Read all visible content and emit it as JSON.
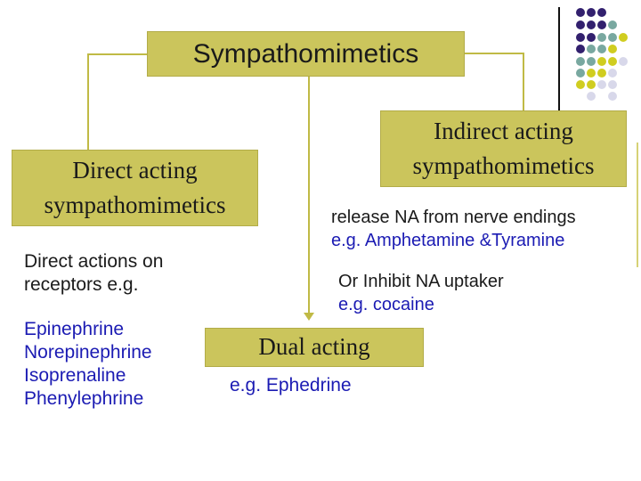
{
  "slide": {
    "title": {
      "label": "Sympathomimetics"
    },
    "boxes": {
      "direct": {
        "line1": "Direct acting",
        "line2": "sympathomimetics"
      },
      "indirect": {
        "line1": "Indirect acting",
        "line2": "sympathomimetics"
      },
      "dual": {
        "label": "Dual acting"
      }
    },
    "left_text": {
      "heading_line1": "Direct actions on",
      "heading_line2": "receptors e.g.",
      "drugs": [
        "Epinephrine",
        "Norepinephrine",
        "Isoprenaline",
        "Phenylephrine"
      ]
    },
    "right_text": {
      "release_line1": "release NA from nerve endings",
      "release_line2": "e.g. Amphetamine &Tyramine",
      "inhibit_line1": "Or Inhibit NA uptaker",
      "inhibit_line2": "e.g. cocaine"
    },
    "dual_example": "e.g. Ephedrine",
    "colors": {
      "box_fill": "#cbc55c",
      "box_border": "#b2ac48",
      "connector": "#c0ba45",
      "blue_text": "#1b1bb3",
      "black_text": "#1a1a1a",
      "dot_purple": "#32206e",
      "dot_teal": "#79a8a0",
      "dot_yellow": "#d0cd20",
      "dot_lavender": "#d8d8ea",
      "right_rule": "#d6d276"
    },
    "decoration": {
      "dot_rows": [
        [
          "purple",
          "purple",
          "purple",
          null,
          null
        ],
        [
          "purple",
          "purple",
          "purple",
          "teal",
          null
        ],
        [
          "purple",
          "purple",
          "teal",
          "teal",
          "yellow"
        ],
        [
          "purple",
          "teal",
          "teal",
          "yellow",
          null
        ],
        [
          "teal",
          "teal",
          "yellow",
          "yellow",
          "lavender"
        ],
        [
          "teal",
          "yellow",
          "yellow",
          "lavender",
          null
        ],
        [
          "yellow",
          "yellow",
          "lavender",
          "lavender",
          null
        ],
        [
          null,
          "lavender",
          null,
          "lavender",
          null
        ]
      ]
    }
  }
}
